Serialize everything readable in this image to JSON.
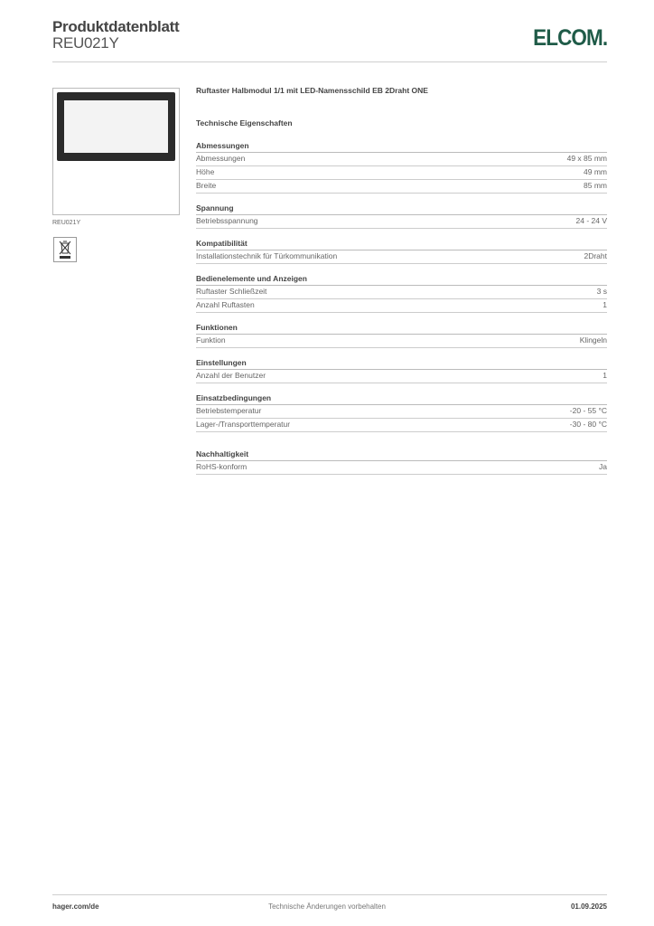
{
  "header": {
    "title": "Produktdatenblatt",
    "subtitle": "REU021Y",
    "logo": "ELCOM."
  },
  "image": {
    "caption": "REU021Y",
    "weee_icon": "crossed-out-wheelie-bin-icon"
  },
  "product_name": "Ruftaster Halbmodul 1/1 mit LED-Namensschild EB 2Draht ONE",
  "tech_heading": "Technische Eigenschaften",
  "sections": [
    {
      "title": "Abmessungen",
      "rows": [
        {
          "label": "Abmessungen",
          "value": "49 x 85 mm"
        },
        {
          "label": "Höhe",
          "value": "49 mm"
        },
        {
          "label": "Breite",
          "value": "85 mm"
        }
      ]
    },
    {
      "title": "Spannung",
      "rows": [
        {
          "label": "Betriebsspannung",
          "value": "24 - 24 V"
        }
      ]
    },
    {
      "title": "Kompatibilität",
      "rows": [
        {
          "label": "Installationstechnik für Türkommunikation",
          "value": "2Draht"
        }
      ]
    },
    {
      "title": "Bedienelemente und Anzeigen",
      "rows": [
        {
          "label": "Ruftaster Schließzeit",
          "value": "3 s"
        },
        {
          "label": "Anzahl Ruftasten",
          "value": "1"
        }
      ]
    },
    {
      "title": "Funktionen",
      "rows": [
        {
          "label": "Funktion",
          "value": "Klingeln"
        }
      ]
    },
    {
      "title": "Einstellungen",
      "rows": [
        {
          "label": "Anzahl der Benutzer",
          "value": "1"
        }
      ]
    },
    {
      "title": "Einsatzbedingungen",
      "rows": [
        {
          "label": "Betriebstemperatur",
          "value": "-20 - 55 °C"
        },
        {
          "label": "Lager-/Transporttemperatur",
          "value": "-30 - 80 °C"
        }
      ]
    },
    {
      "title": "Nachhaltigkeit",
      "rows": [
        {
          "label": "RoHS-konform",
          "value": "Ja"
        }
      ]
    }
  ],
  "footer": {
    "left": "hager.com/de",
    "center": "Technische Änderungen vorbehalten",
    "right": "01.09.2025"
  }
}
